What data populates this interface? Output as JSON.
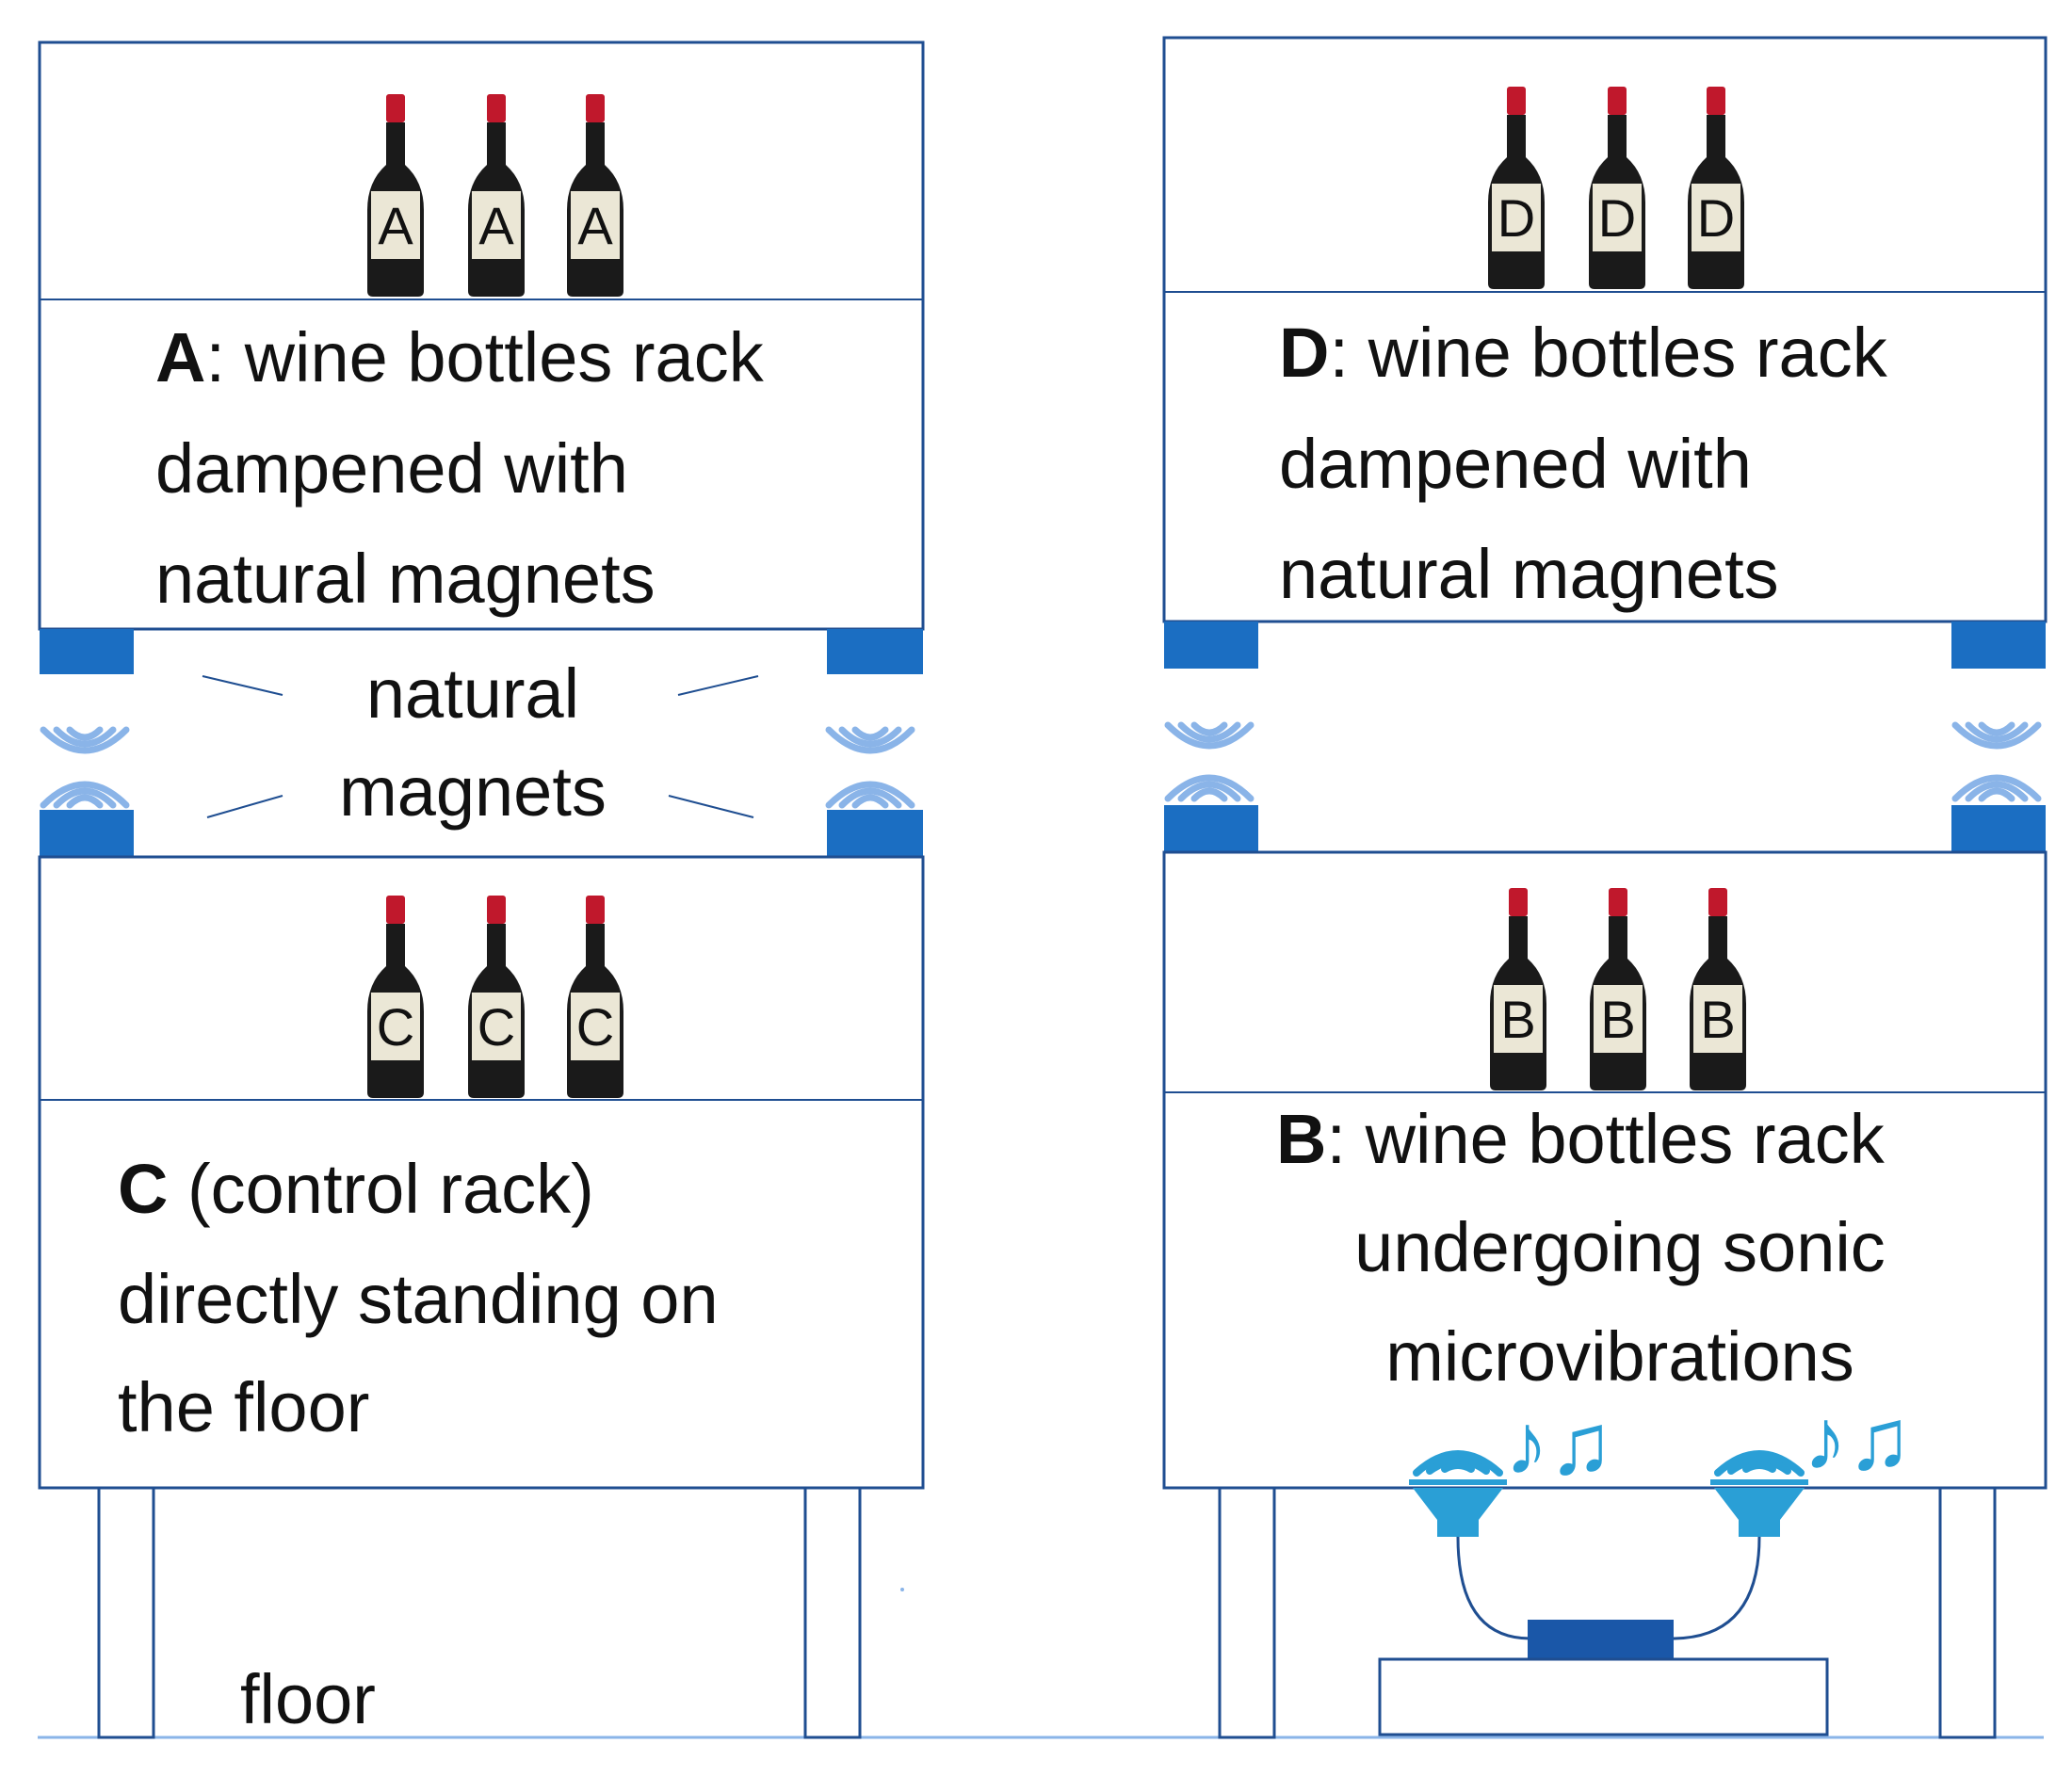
{
  "racks": {
    "A": {
      "bottle_letter": "A",
      "key": "A",
      "lines": [
        ": wine bottles rack",
        "dampened with",
        "natural magnets"
      ]
    },
    "D": {
      "bottle_letter": "D",
      "key": "D",
      "lines": [
        ": wine bottles rack",
        "dampened with",
        "natural magnets"
      ]
    },
    "C": {
      "bottle_letter": "C",
      "key": "C",
      "lines": [
        " (control rack)",
        "directly standing on",
        "the floor"
      ]
    },
    "B": {
      "bottle_letter": "B",
      "key": "B",
      "lines": [
        ": wine bottles rack",
        "undergoing sonic",
        "microvibrations"
      ]
    }
  },
  "magnets_label": [
    "natural",
    "magnets"
  ],
  "floor_label": "floor",
  "music_notes": "♪♫",
  "colors": {
    "frame": "#1f4e91",
    "magnet": "#1b6ec2",
    "wave": "#8ab4e8",
    "speaker": "#2a9fd6",
    "bottle": "#1a1a1a",
    "cap": "#c0182c",
    "label": "#ebe7d6"
  }
}
